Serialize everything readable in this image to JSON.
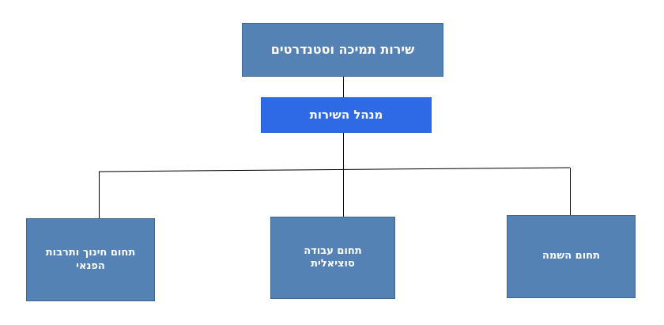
{
  "org_chart": {
    "root": {
      "label": "שירות תמיכה וסטנדרטים"
    },
    "manager": {
      "label": "מנהל השירות"
    },
    "domains": [
      {
        "label": "תחום השמה"
      },
      {
        "label": "תחום עבודה סוציאלית"
      },
      {
        "label": "תחום חינוך ותרבות הפנאי"
      }
    ]
  },
  "colors": {
    "box_fill": "#5582b5",
    "manager_fill": "#2f6ae6",
    "text": "#ffffff",
    "connector": "#000000"
  }
}
